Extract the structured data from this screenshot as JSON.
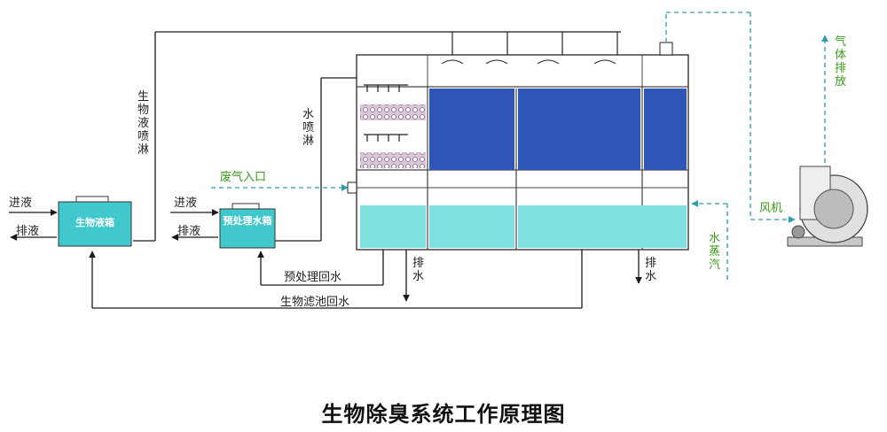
{
  "title": "生物除臭系统工作原理图",
  "labels": {
    "in_liquid_1": "进液",
    "out_liquid_1": "排液",
    "in_liquid_2": "进液",
    "out_liquid_2": "排液",
    "bio_spray": "生物液喷淋",
    "water_spray": "水喷淋",
    "waste_gas_inlet": "废气入口",
    "pretreat_return": "预处理回水",
    "bio_filter_return": "生物滤池回水",
    "drain_1": "排水",
    "drain_2": "排水",
    "steam": "水蒸汽",
    "fan": "风机",
    "gas_exhaust": "气体排放"
  },
  "tanks": {
    "bio_tank": "生物液箱",
    "pre_tank": "预处理水箱"
  },
  "colors": {
    "line": "#1a1a1a",
    "green_text": "#3a9a1a",
    "dashed": "#2a9fb0",
    "media_blue": "#2e56b8",
    "water_cyan": "#7fe0e0",
    "tank_fill": "#40c8cc"
  }
}
